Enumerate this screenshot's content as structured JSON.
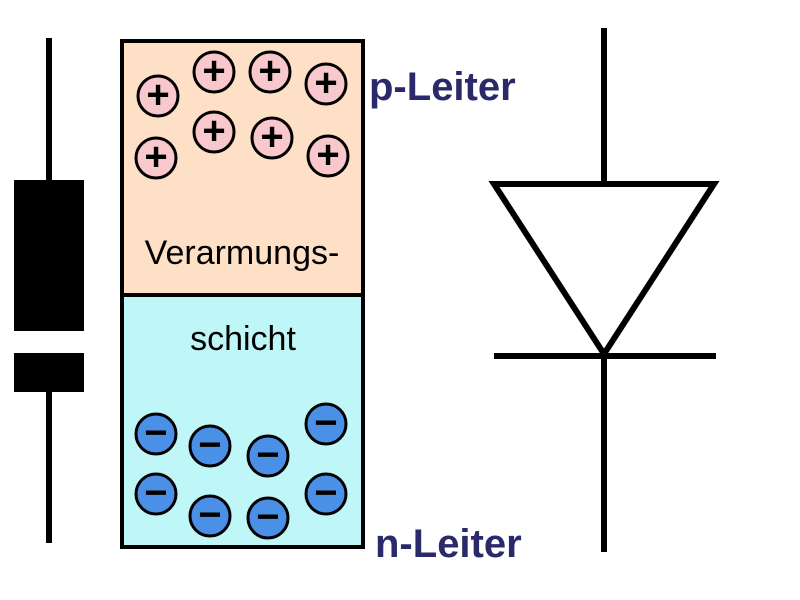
{
  "labels": {
    "p_conductor": "p-Leiter",
    "n_conductor": "n-Leiter",
    "depletion_line1": "Verarmungs-",
    "depletion_line2": "schicht"
  },
  "charges": {
    "positive_symbol": "+",
    "negative_symbol": "−",
    "positive_count": 8,
    "negative_count": 8
  },
  "colors": {
    "p_region": "#fde0c6",
    "n_region": "#bff7f9",
    "positive_charge_fill": "#f8c8cc",
    "negative_charge_fill": "#4a90e6",
    "label_text": "#2a2a6a",
    "line": "#000000"
  }
}
